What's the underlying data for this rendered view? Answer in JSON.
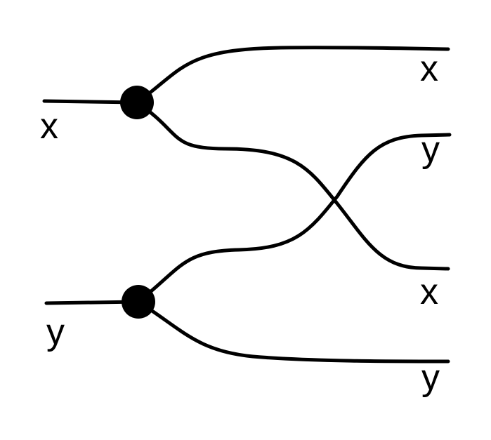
{
  "labels": {
    "input_top": "x",
    "input_bottom": "y",
    "output_1": "x",
    "output_2": "y",
    "output_3": "x",
    "output_4": "y"
  }
}
